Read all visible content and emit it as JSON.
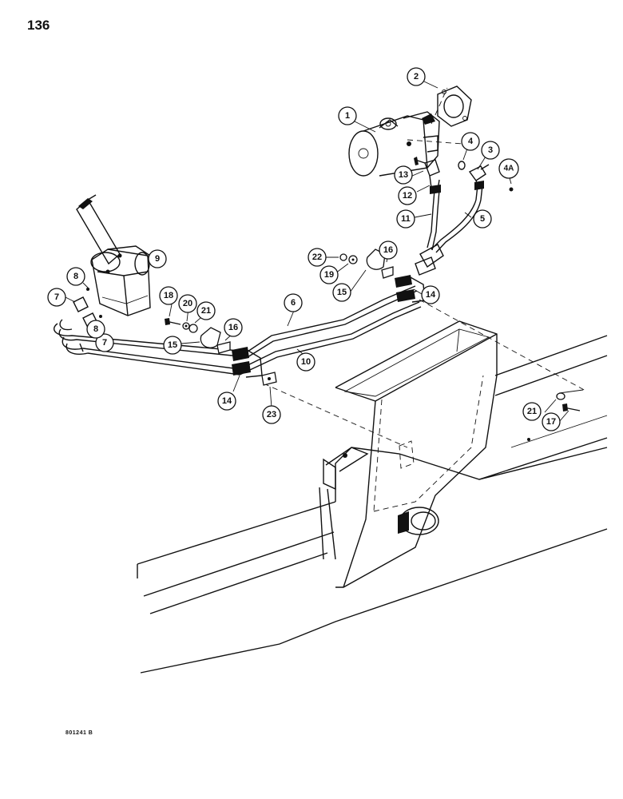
{
  "page": {
    "number": "136",
    "drawing_code": "801241 B"
  },
  "callouts": [
    {
      "id": "c1",
      "label": "1"
    },
    {
      "id": "c2",
      "label": "2"
    },
    {
      "id": "c3",
      "label": "3"
    },
    {
      "id": "c4",
      "label": "4"
    },
    {
      "id": "c4a",
      "label": "4A"
    },
    {
      "id": "c5",
      "label": "5"
    },
    {
      "id": "c6",
      "label": "6"
    },
    {
      "id": "c7a",
      "label": "7"
    },
    {
      "id": "c7b",
      "label": "7"
    },
    {
      "id": "c8a",
      "label": "8"
    },
    {
      "id": "c8b",
      "label": "8"
    },
    {
      "id": "c9",
      "label": "9"
    },
    {
      "id": "c10",
      "label": "10"
    },
    {
      "id": "c11",
      "label": "11"
    },
    {
      "id": "c12",
      "label": "12"
    },
    {
      "id": "c13",
      "label": "13"
    },
    {
      "id": "c14a",
      "label": "14"
    },
    {
      "id": "c14b",
      "label": "14"
    },
    {
      "id": "c15a",
      "label": "15"
    },
    {
      "id": "c15b",
      "label": "15"
    },
    {
      "id": "c16a",
      "label": "16"
    },
    {
      "id": "c16b",
      "label": "16"
    },
    {
      "id": "c17",
      "label": "17"
    },
    {
      "id": "c18",
      "label": "18"
    },
    {
      "id": "c19",
      "label": "19"
    },
    {
      "id": "c20",
      "label": "20"
    },
    {
      "id": "c21a",
      "label": "21"
    },
    {
      "id": "c21b",
      "label": "21"
    },
    {
      "id": "c22",
      "label": "22"
    },
    {
      "id": "c23",
      "label": "23"
    }
  ]
}
